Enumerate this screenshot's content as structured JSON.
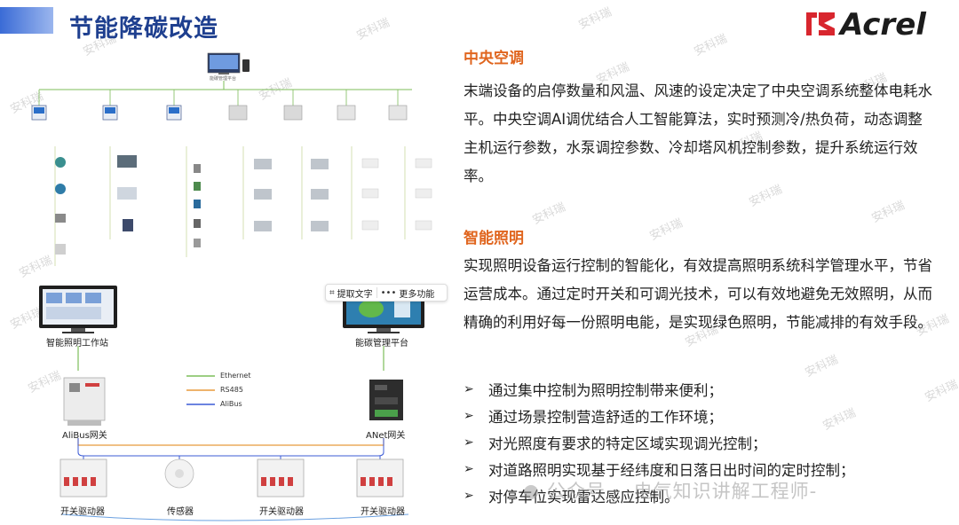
{
  "page": {
    "title": "节能降碳改造",
    "logo_text": "Acrel",
    "watermark": "安科瑞",
    "footer_watermark": "公众号 · -电气知识讲解工程师-"
  },
  "diagram_top": {
    "platform_label": "能碳管理平台"
  },
  "diagram_bottom": {
    "workstation_label": "智能照明工作站",
    "platform_label": "能碳管理平台",
    "legend": [
      "Ethernet",
      "RS485",
      "AliBus"
    ],
    "alibus_gateway": "AliBus网关",
    "anet_gateway": "ANet网关",
    "bottom_devices": [
      "开关驱动器",
      "传感器",
      "开关驱动器",
      "开关驱动器"
    ]
  },
  "context_menu": {
    "extract_text": "提取文字",
    "more": "更多功能"
  },
  "sections": [
    {
      "title": "中央空调",
      "body": "末端设备的启停数量和风温、风速的设定决定了中央空调系统整体电耗水平。中央空调AI调优结合人工智能算法，实时预测冷/热负荷，动态调整主机运行参数，水泵调控参数、冷却塔风机控制参数，提升系统运行效率。"
    },
    {
      "title": "智能照明",
      "body": "实现照明设备运行控制的智能化，有效提高照明系统科学管理水平，节省运营成本。通过定时开关和可调光技术，可以有效地避免无效照明，从而精确的利用好每一份照明电能，是实现绿色照明，节能减排的有效手段。"
    }
  ],
  "bullets": [
    "通过集中控制为照明控制带来便利；",
    "通过场景控制营造舒适的工作环境；",
    "对光照度有要求的特定区域实现调光控制；",
    "对道路照明实现基于经纬度和日落日出时间的定时控制；",
    "对停车位实现雷达感应控制。"
  ],
  "colors": {
    "title": "#1e3f8f",
    "section_title": "#e0651e",
    "ethernet": "#7dbd5a",
    "rs485": "#e89a3c",
    "alibus": "#3b5bd6",
    "logo_red": "#d8262e"
  }
}
